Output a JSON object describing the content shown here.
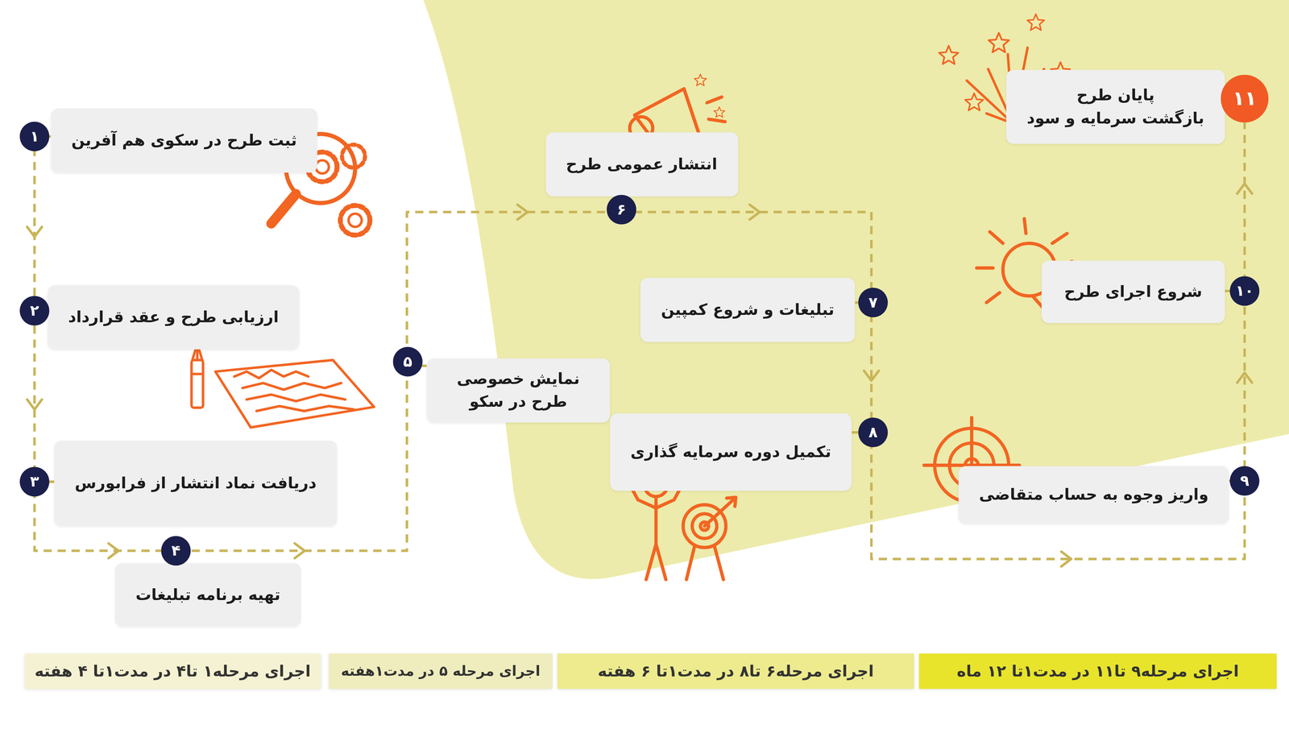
{
  "diagram": {
    "nodes": [
      {
        "text": [
          "ثبت طرح در سکوی هم آفرین"
        ]
      },
      {
        "text": [
          "ارزیابی طرح و عقد قرارداد"
        ]
      },
      {
        "text": [
          "دریافت نماد انتشار از فرابورس"
        ]
      },
      {
        "text": [
          "تهیه برنامه تبلیغات"
        ]
      },
      {
        "text": [
          "نمایش خصوصی طرح در سکو"
        ]
      },
      {
        "text": [
          "انتشار عمومی طرح"
        ]
      },
      {
        "text": [
          "تبلیغات و شروع کمپین"
        ]
      },
      {
        "text": [
          "تکمیل دوره سرمایه گذاری"
        ]
      },
      {
        "text": [
          "واریز وجوه به حساب متقاضی"
        ]
      },
      {
        "text": [
          "شروع اجرای طرح"
        ]
      },
      {
        "text": [
          "پایان طرح",
          "بازگشت سرمایه و سود"
        ]
      },
      {
        "text": [
          "اجرای مرحله۱ تا۴ در مدت۱تا ۴ هفته"
        ]
      },
      {
        "text": [
          "اجرای مرحله ۵ در مدت۱هفته"
        ]
      },
      {
        "text": [
          "اجرای مرحله۶ تا۸ در مدت۱تا ۶ هفته"
        ]
      },
      {
        "text": [
          "اجرای مرحله۹ تا۱۱ در مدت۱تا ۱۲ ماه"
        ]
      }
    ],
    "edges": [
      {
        "from": 0,
        "to": 1,
        "arrow": "to"
      },
      {
        "from": 1,
        "to": 2,
        "arrow": "to"
      },
      {
        "from": 2,
        "to": 3,
        "arrow": "to"
      },
      {
        "from": 3,
        "to": 4,
        "arrow": "to"
      },
      {
        "from": 4,
        "to": 5,
        "arrow": "to"
      },
      {
        "from": 5,
        "to": 6,
        "arrow": "to"
      },
      {
        "from": 6,
        "to": 7,
        "arrow": "to"
      },
      {
        "from": 7,
        "to": 8,
        "arrow": "to"
      },
      {
        "from": 8,
        "to": 9,
        "arrow": "to"
      },
      {
        "from": 9,
        "to": 10,
        "arrow": "to"
      }
    ],
    "labels": [
      "۱",
      "۲",
      "۳",
      "۴",
      "۵",
      "۶",
      "۷",
      "۸",
      "۹",
      "۱۰",
      "۱۱"
    ]
  }
}
